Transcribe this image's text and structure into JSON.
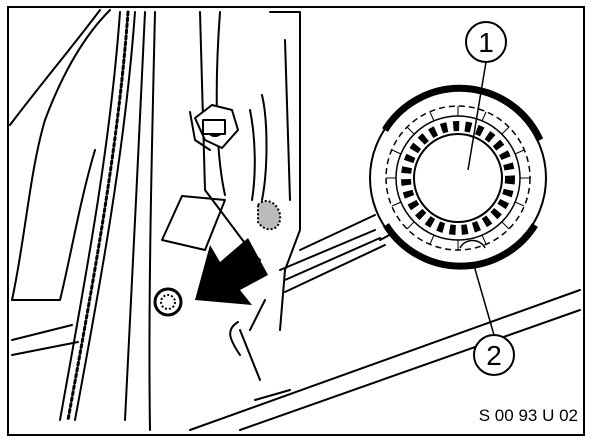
{
  "diagram": {
    "callouts": [
      {
        "id": "1",
        "label": "1"
      },
      {
        "id": "2",
        "label": "2"
      }
    ],
    "figure_code": "S 00 93 U 02",
    "ink_color": "#000000",
    "paper_color": "#ffffff"
  }
}
